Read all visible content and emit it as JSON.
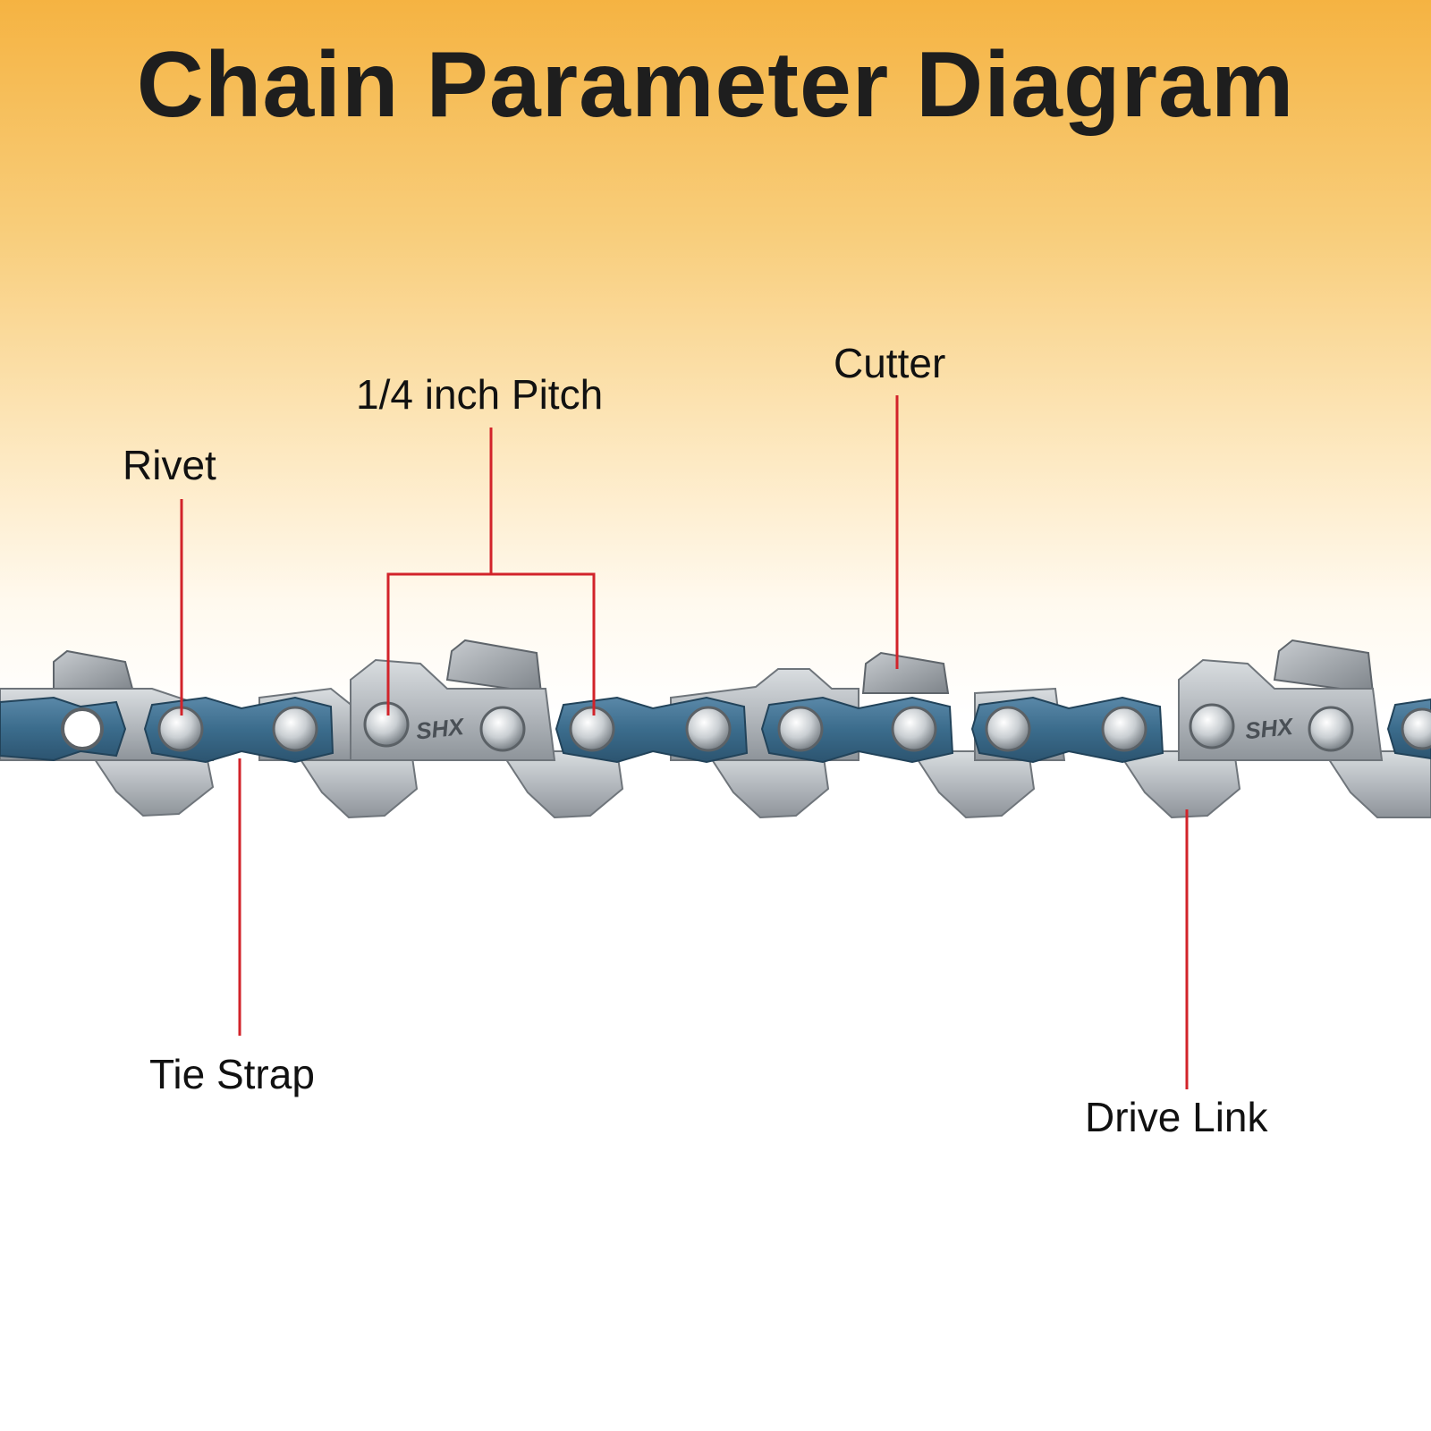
{
  "title": "Chain Parameter Diagram",
  "labels": {
    "rivet": "Rivet",
    "pitch": "1/4 inch Pitch",
    "cutter": "Cutter",
    "tie_strap": "Tie Strap",
    "drive_link": "Drive Link"
  },
  "chain_stamp": "SHX",
  "colors": {
    "leader_line": "#d2232a",
    "tie_strap": "#3b6c8c",
    "steel": "#b9bec3",
    "title_text": "#1e1e1e",
    "gradient_top": "#f5b342"
  }
}
